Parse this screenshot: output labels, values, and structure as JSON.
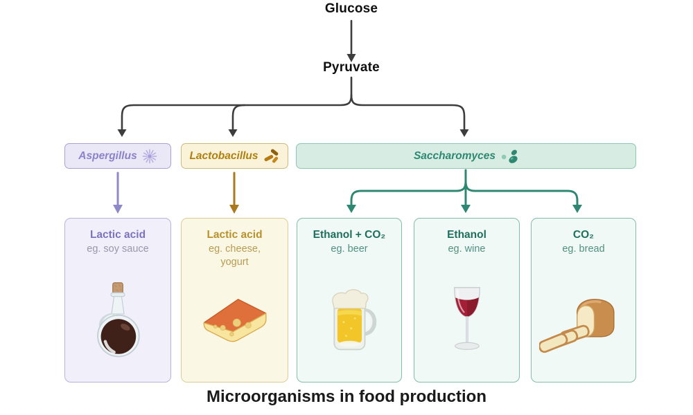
{
  "flow": {
    "glucose": "Glucose",
    "pyruvate": "Pyruvate"
  },
  "organisms": [
    {
      "name": "Aspergillus",
      "icon": "aspergillus-conidia-icon",
      "box_fill": "#eae7f6",
      "box_border": "#a9a1d4",
      "text_color": "#8b83c9"
    },
    {
      "name": "Lactobacillus",
      "icon": "lactobacillus-rods-icon",
      "box_fill": "#faf3da",
      "box_border": "#cdb97b",
      "text_color": "#b0800f"
    },
    {
      "name": "Saccharomyces",
      "icon": "yeast-cells-icon",
      "box_fill": "#d7ece3",
      "box_border": "#8fc6b1",
      "text_color": "#2e8871"
    }
  ],
  "products": [
    {
      "title": "Lactic acid",
      "example": "eg. soy sauce",
      "icon": "soy-sauce-bottle-icon"
    },
    {
      "title": "Lactic acid",
      "example": "eg. cheese,\nyogurt",
      "icon": "cheese-wedge-icon"
    },
    {
      "title": "Ethanol + CO₂",
      "example": "eg. beer",
      "icon": "beer-mug-icon"
    },
    {
      "title": "Ethanol",
      "example": "eg. wine",
      "icon": "wine-glass-icon"
    },
    {
      "title": "CO₂",
      "example": "eg. bread",
      "icon": "bread-loaf-icon"
    }
  ],
  "caption": "Microorganisms in food production",
  "colors": {
    "flow_arrow": "#3d3d3d",
    "aspergillus_arrow": "#8f89c7",
    "lactobacillus_arrow": "#ab7a1e",
    "saccharomyces_arrow": "#2e8871"
  }
}
